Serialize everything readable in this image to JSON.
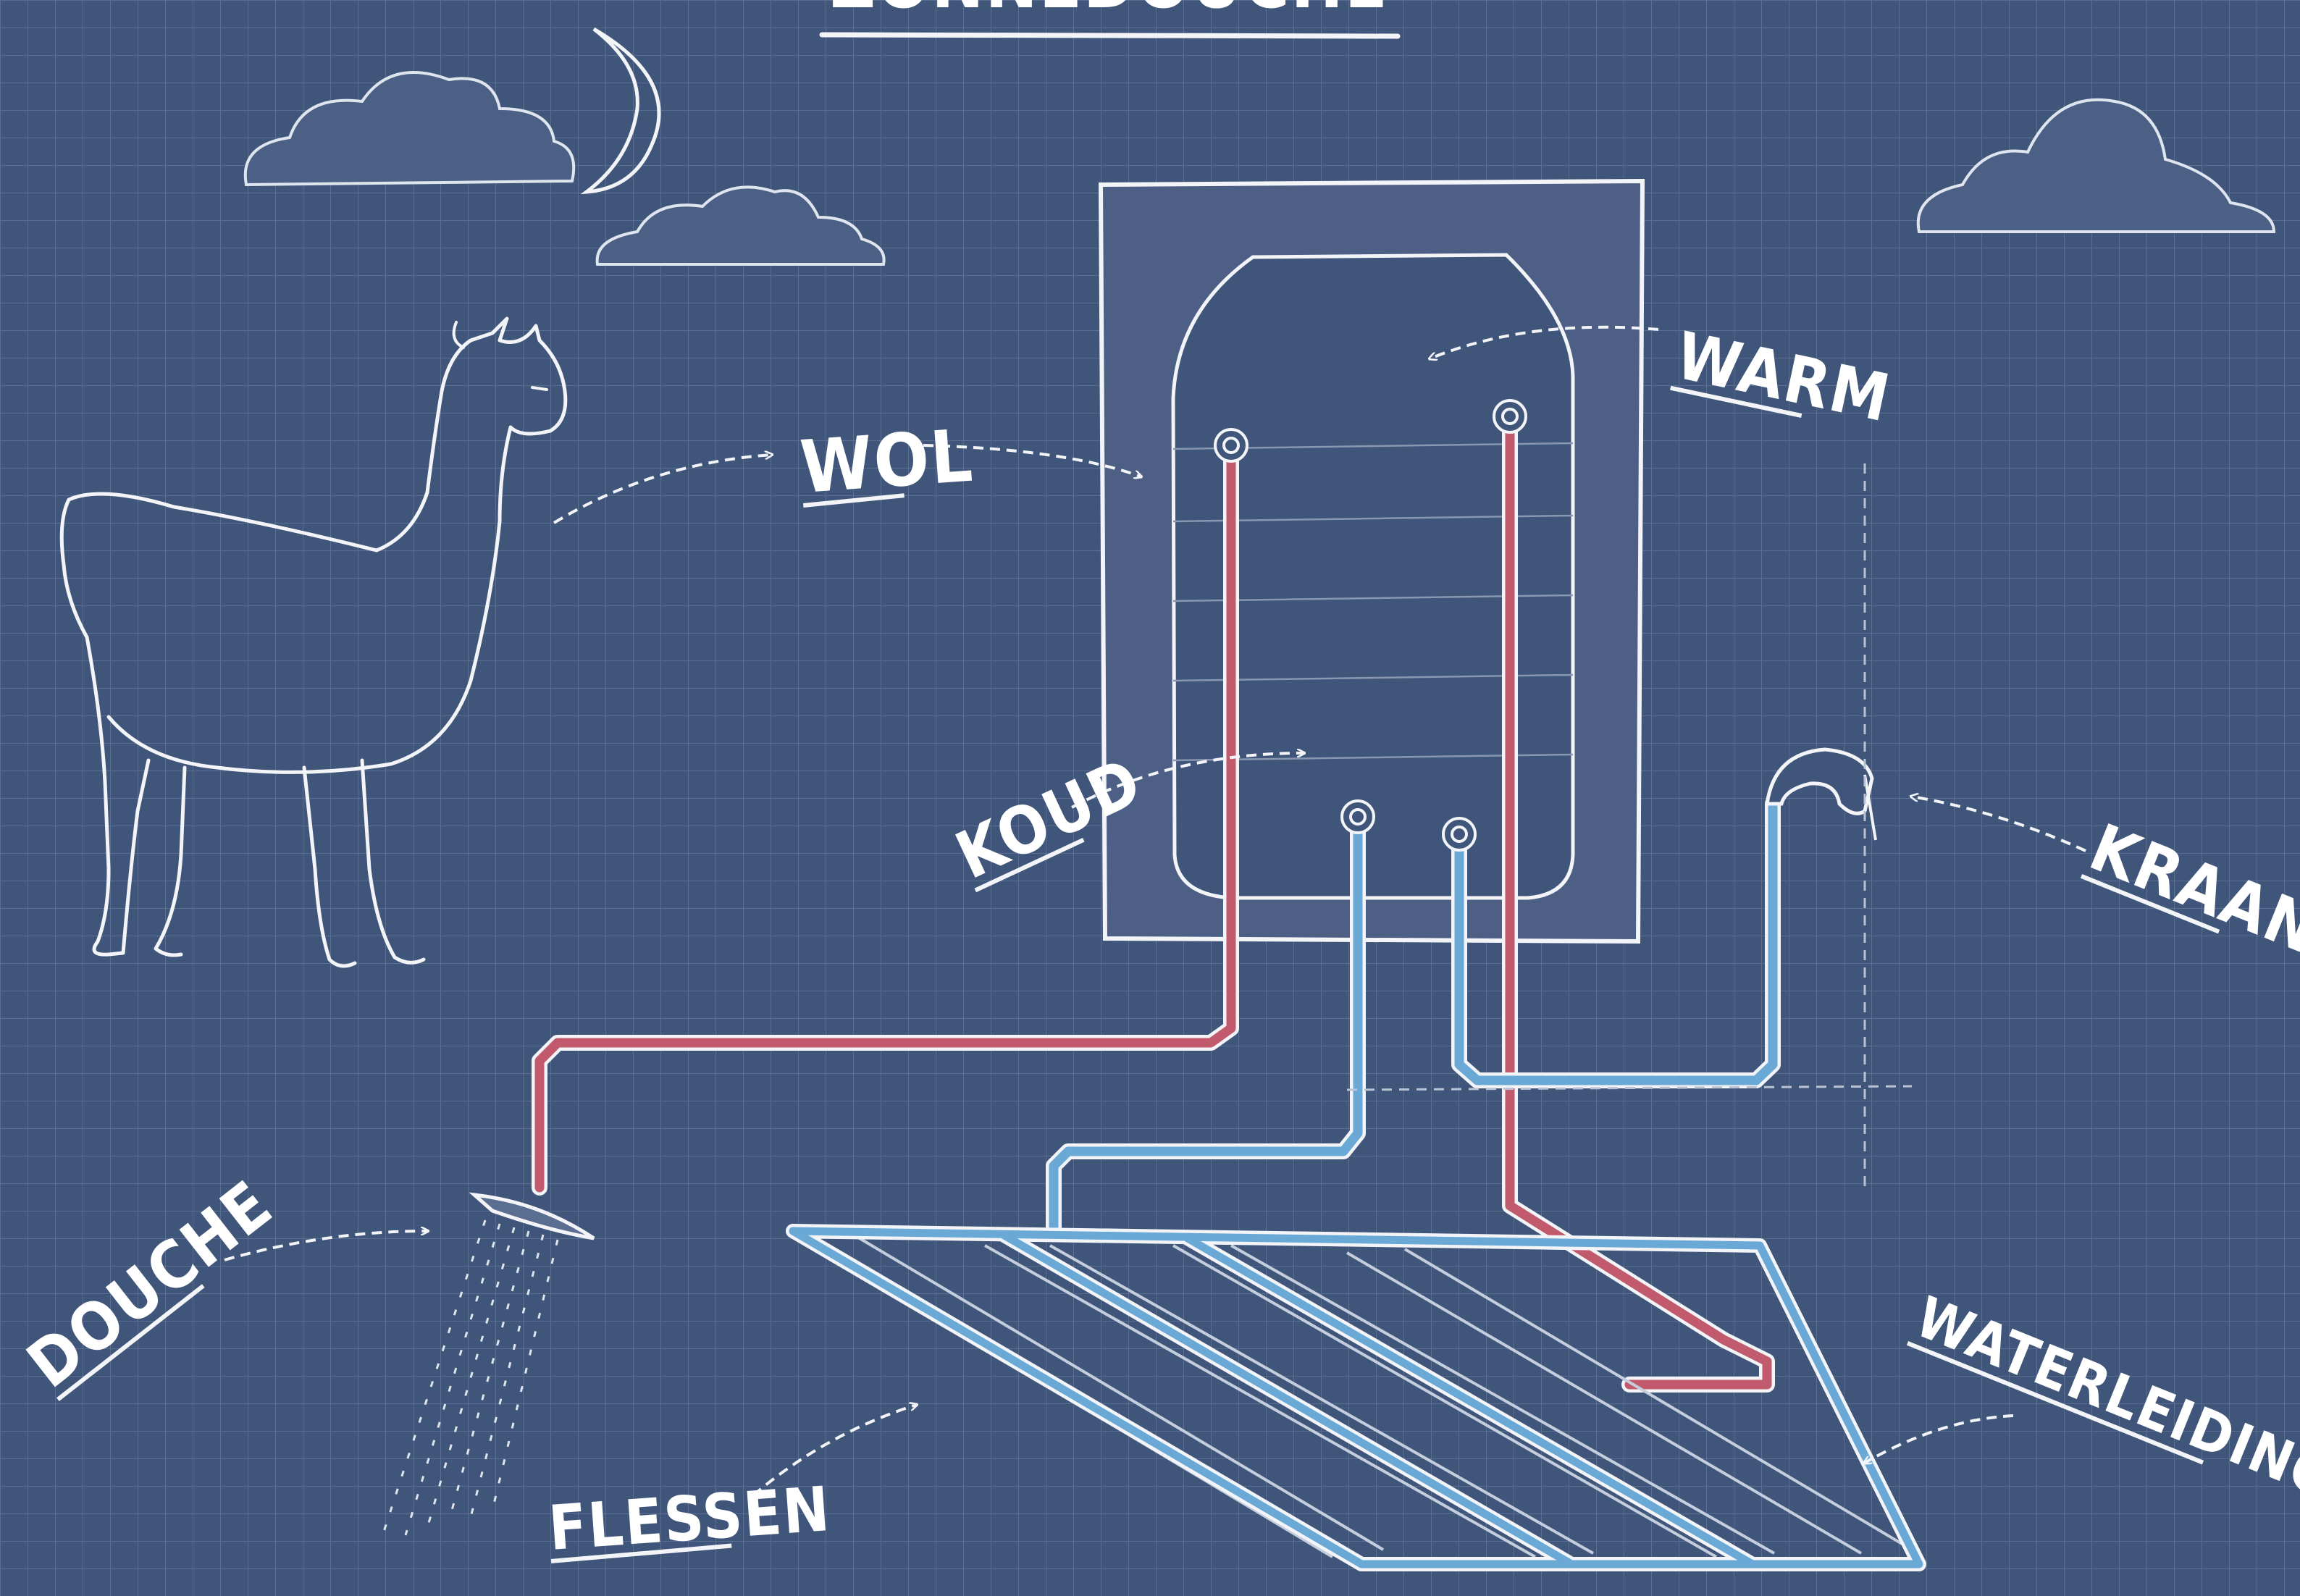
{
  "title": "ZONNEDOUCHE",
  "labels": {
    "wol": "WOL",
    "warm": "WARM",
    "koud": "KOUD",
    "kraan": "KRAAN",
    "douche": "DOUCHE",
    "flessen": "FLESSEN",
    "waterleiding": "WATERLEIDING"
  },
  "colors": {
    "background": "#40557a",
    "grid_line": "#5a6e92",
    "sketch": "#f2f4f8",
    "pipe_hot": "#c25a6e",
    "pipe_cold": "#6aa9d6"
  },
  "icons": [
    "llama-icon",
    "moon-icon",
    "cloud-icon",
    "shower-head-icon",
    "faucet-icon",
    "barrel-tank-icon",
    "bottle-icon"
  ]
}
